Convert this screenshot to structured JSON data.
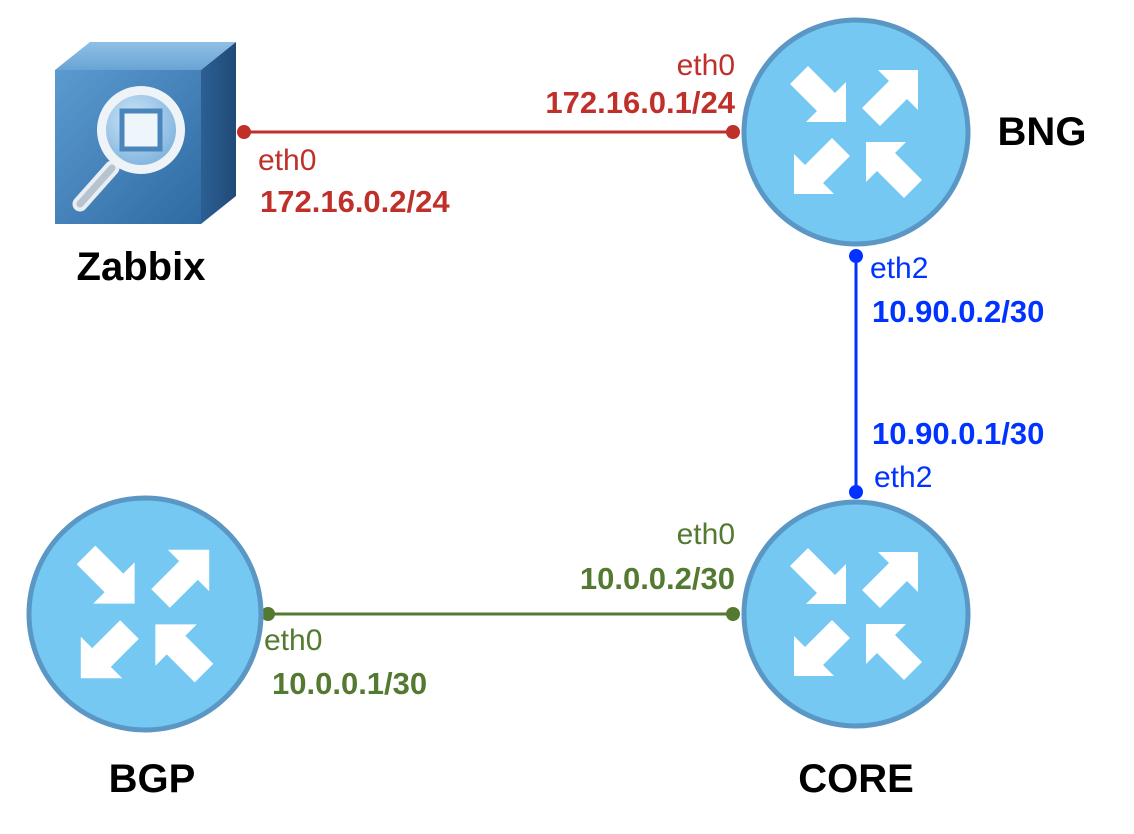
{
  "colors": {
    "red_link": "#c0302a",
    "blue_link": "#0033ff",
    "green_link": "#537a30",
    "router_fill": "#74c8f2",
    "router_stroke": "#5a97c4",
    "server_face": "#3f80b8"
  },
  "nodes": {
    "zabbix": {
      "label": "Zabbix",
      "icon": "monitoring-server-icon"
    },
    "bng": {
      "label": "BNG",
      "icon": "router-icon"
    },
    "core": {
      "label": "CORE",
      "icon": "router-icon"
    },
    "bgp": {
      "label": "BGP",
      "icon": "router-icon"
    }
  },
  "links": {
    "zabbix_bng": {
      "zabbix_iface": "eth0",
      "zabbix_ip": "172.16.0.2/24",
      "bng_iface": "eth0",
      "bng_ip": "172.16.0.1/24"
    },
    "bng_core": {
      "bng_iface": "eth2",
      "bng_ip": "10.90.0.2/30",
      "core_iface": "eth2",
      "core_ip": "10.90.0.1/30"
    },
    "bgp_core": {
      "bgp_iface": "eth0",
      "bgp_ip": "10.0.0.1/30",
      "core_iface": "eth0",
      "core_ip": "10.0.0.2/30"
    }
  }
}
